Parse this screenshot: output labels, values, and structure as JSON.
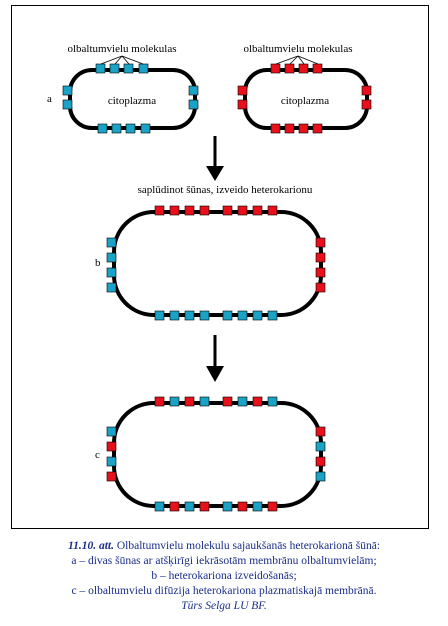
{
  "diagram": {
    "protein_label_left": "olbaltumvielu molekulas",
    "protein_label_right": "olbaltumvielu molekulas",
    "cytoplasm_left": "citoplazma",
    "cytoplasm_right": "citoplazma",
    "label_a": "a",
    "label_b": "b",
    "label_c": "c",
    "fusion_text": "saplūdinot šūnas, izveido heterokarionu",
    "colors": {
      "blue": "#1aa3c6",
      "red": "#e8101a",
      "membrane": "#000000",
      "text_caption": "#1a2e8a"
    }
  },
  "caption": {
    "figure_number": "11.10. att.",
    "title": "Olbaltumvielu molekulu sajaukšanās heterokarionā šūnā:",
    "line_a": "a – divas šūnas ar atšķirīgi iekrāsotām membrānu olbaltumvielām;",
    "line_b": "b – heterokariona izveidošanās;",
    "line_c": "c – olbaltumvielu difūzija heterokariona plazmatiskajā membrānā.",
    "author": "Tūrs Selga LU BF."
  }
}
